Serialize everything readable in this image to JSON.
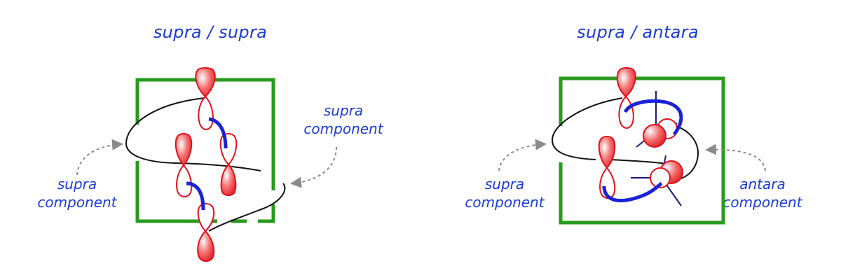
{
  "left_panel": {
    "title": "supra  /  supra",
    "left_label": {
      "line1": "supra",
      "line2": "component"
    },
    "right_label": {
      "line1": "supra",
      "line2": "component"
    }
  },
  "right_panel": {
    "title": "supra  /  antara",
    "left_label": {
      "line1": "supra",
      "line2": "component"
    },
    "right_label": {
      "line1": "antara",
      "line2": "component"
    }
  },
  "colors": {
    "frame": "#2a9a1e",
    "orbital_stroke": "#e0121b",
    "orbital_fill": "#f23a3a",
    "bond": "#1a22d8",
    "label": "#1a3bd6",
    "arrow": "#8a8a8a",
    "chain": "#111111",
    "substituent": "#1a1a7a"
  }
}
